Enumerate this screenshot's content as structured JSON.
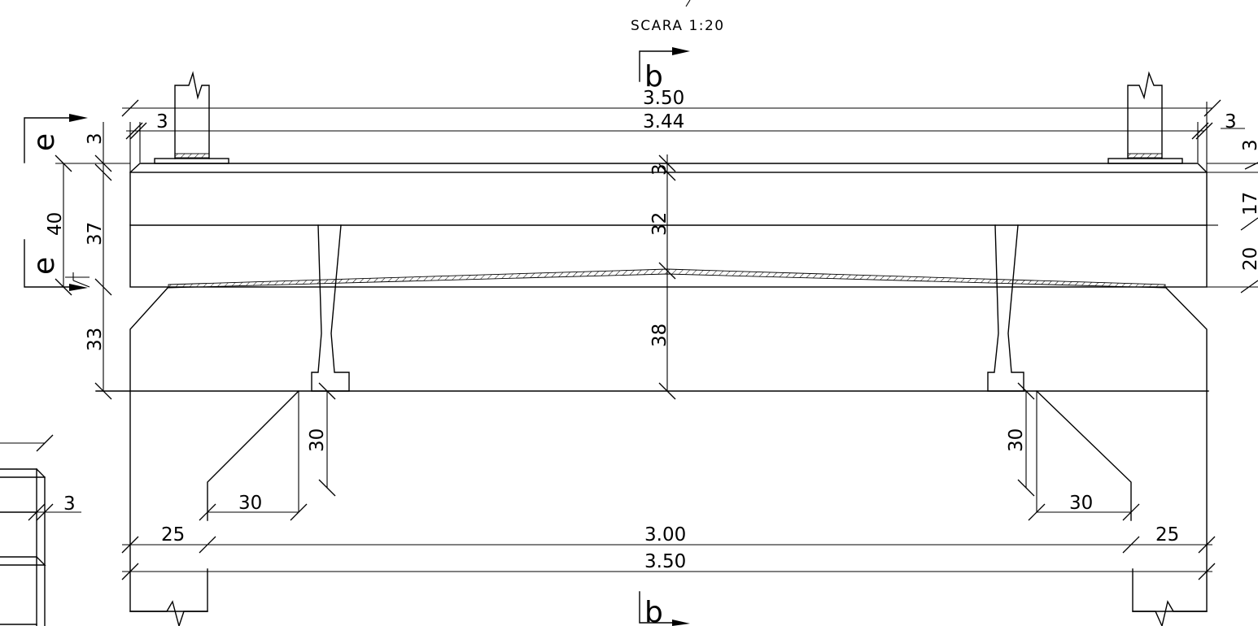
{
  "drawing": {
    "title": "SCARA 1:20",
    "section_b": "b",
    "section_e": "e"
  },
  "dims": {
    "total_width_top": "3.50",
    "inner_width_top": "3.44",
    "edge_top_left": "3",
    "edge_top_right": "3",
    "overlay_small_left": "3",
    "overlay_small_right": "3",
    "overlay_mid": "3",
    "depth_total_left": "40",
    "depth_slab_left": "37",
    "depth_slab_mid": "32",
    "depth_beam_mid": "38",
    "depth_haunch_left": "33",
    "right_17": "17",
    "right_20": "20",
    "haunch_v_left": "30",
    "haunch_h_left": "30",
    "haunch_v_right": "30",
    "haunch_h_right": "30",
    "edge_bottom_left": "25",
    "edge_bottom_right": "25",
    "span_bottom": "3.00",
    "total_width_bottom": "3.50",
    "detail_thickness": "3"
  }
}
